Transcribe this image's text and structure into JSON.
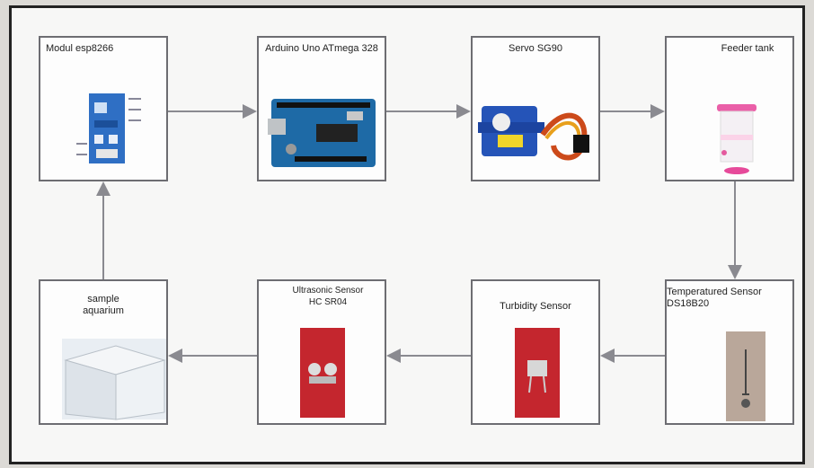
{
  "diagram": {
    "nodes": [
      {
        "id": "esp8266",
        "label": "Modul esp8266",
        "icon": "wifi-module-icon"
      },
      {
        "id": "arduino",
        "label": "Arduino Uno ATmega 328",
        "icon": "arduino-board-icon"
      },
      {
        "id": "servo",
        "label": "Servo SG90",
        "icon": "servo-motor-icon"
      },
      {
        "id": "feeder",
        "label": "Feeder tank",
        "icon": "feeder-tank-icon"
      },
      {
        "id": "temp",
        "label": "Temperatured Sensor DS18B20",
        "icon": "temperature-sensor-icon"
      },
      {
        "id": "turbidity",
        "label": "Turbidity Sensor",
        "icon": "turbidity-sensor-icon"
      },
      {
        "id": "ultrasonic",
        "label": "Ultrasonic Sensor HC SR04",
        "icon": "ultrasonic-sensor-icon"
      },
      {
        "id": "aquarium",
        "label": "sample aquarium",
        "icon": "aquarium-icon"
      }
    ],
    "edges": [
      {
        "from": "esp8266",
        "to": "arduino"
      },
      {
        "from": "arduino",
        "to": "servo"
      },
      {
        "from": "servo",
        "to": "feeder"
      },
      {
        "from": "feeder",
        "to": "temp"
      },
      {
        "from": "temp",
        "to": "turbidity"
      },
      {
        "from": "turbidity",
        "to": "ultrasonic"
      },
      {
        "from": "ultrasonic",
        "to": "aquarium"
      },
      {
        "from": "aquarium",
        "to": "esp8266"
      }
    ],
    "colors": {
      "box_border": "#6d6d72",
      "arrow": "#8a8a90",
      "frame": "#222222"
    }
  }
}
